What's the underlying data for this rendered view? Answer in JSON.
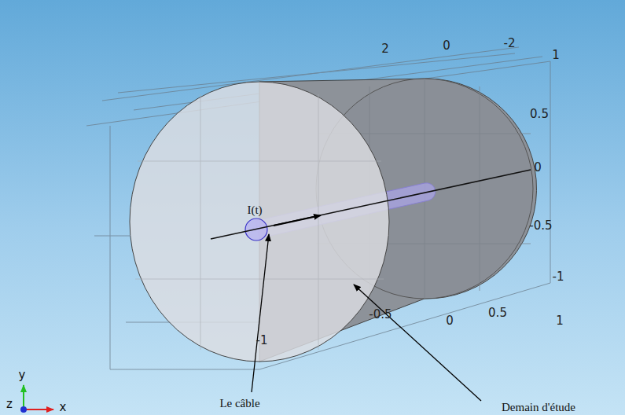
{
  "diagram": {
    "labels": [
      "2",
      "0",
      "-2",
      "1",
      "0.5",
      "0",
      "-0.5",
      "-1",
      "-1",
      "-0.5",
      "0",
      "0.5",
      "1",
      "I(t)",
      "Le câble",
      "Demain d'étude",
      "y",
      "x",
      "z"
    ]
  }
}
